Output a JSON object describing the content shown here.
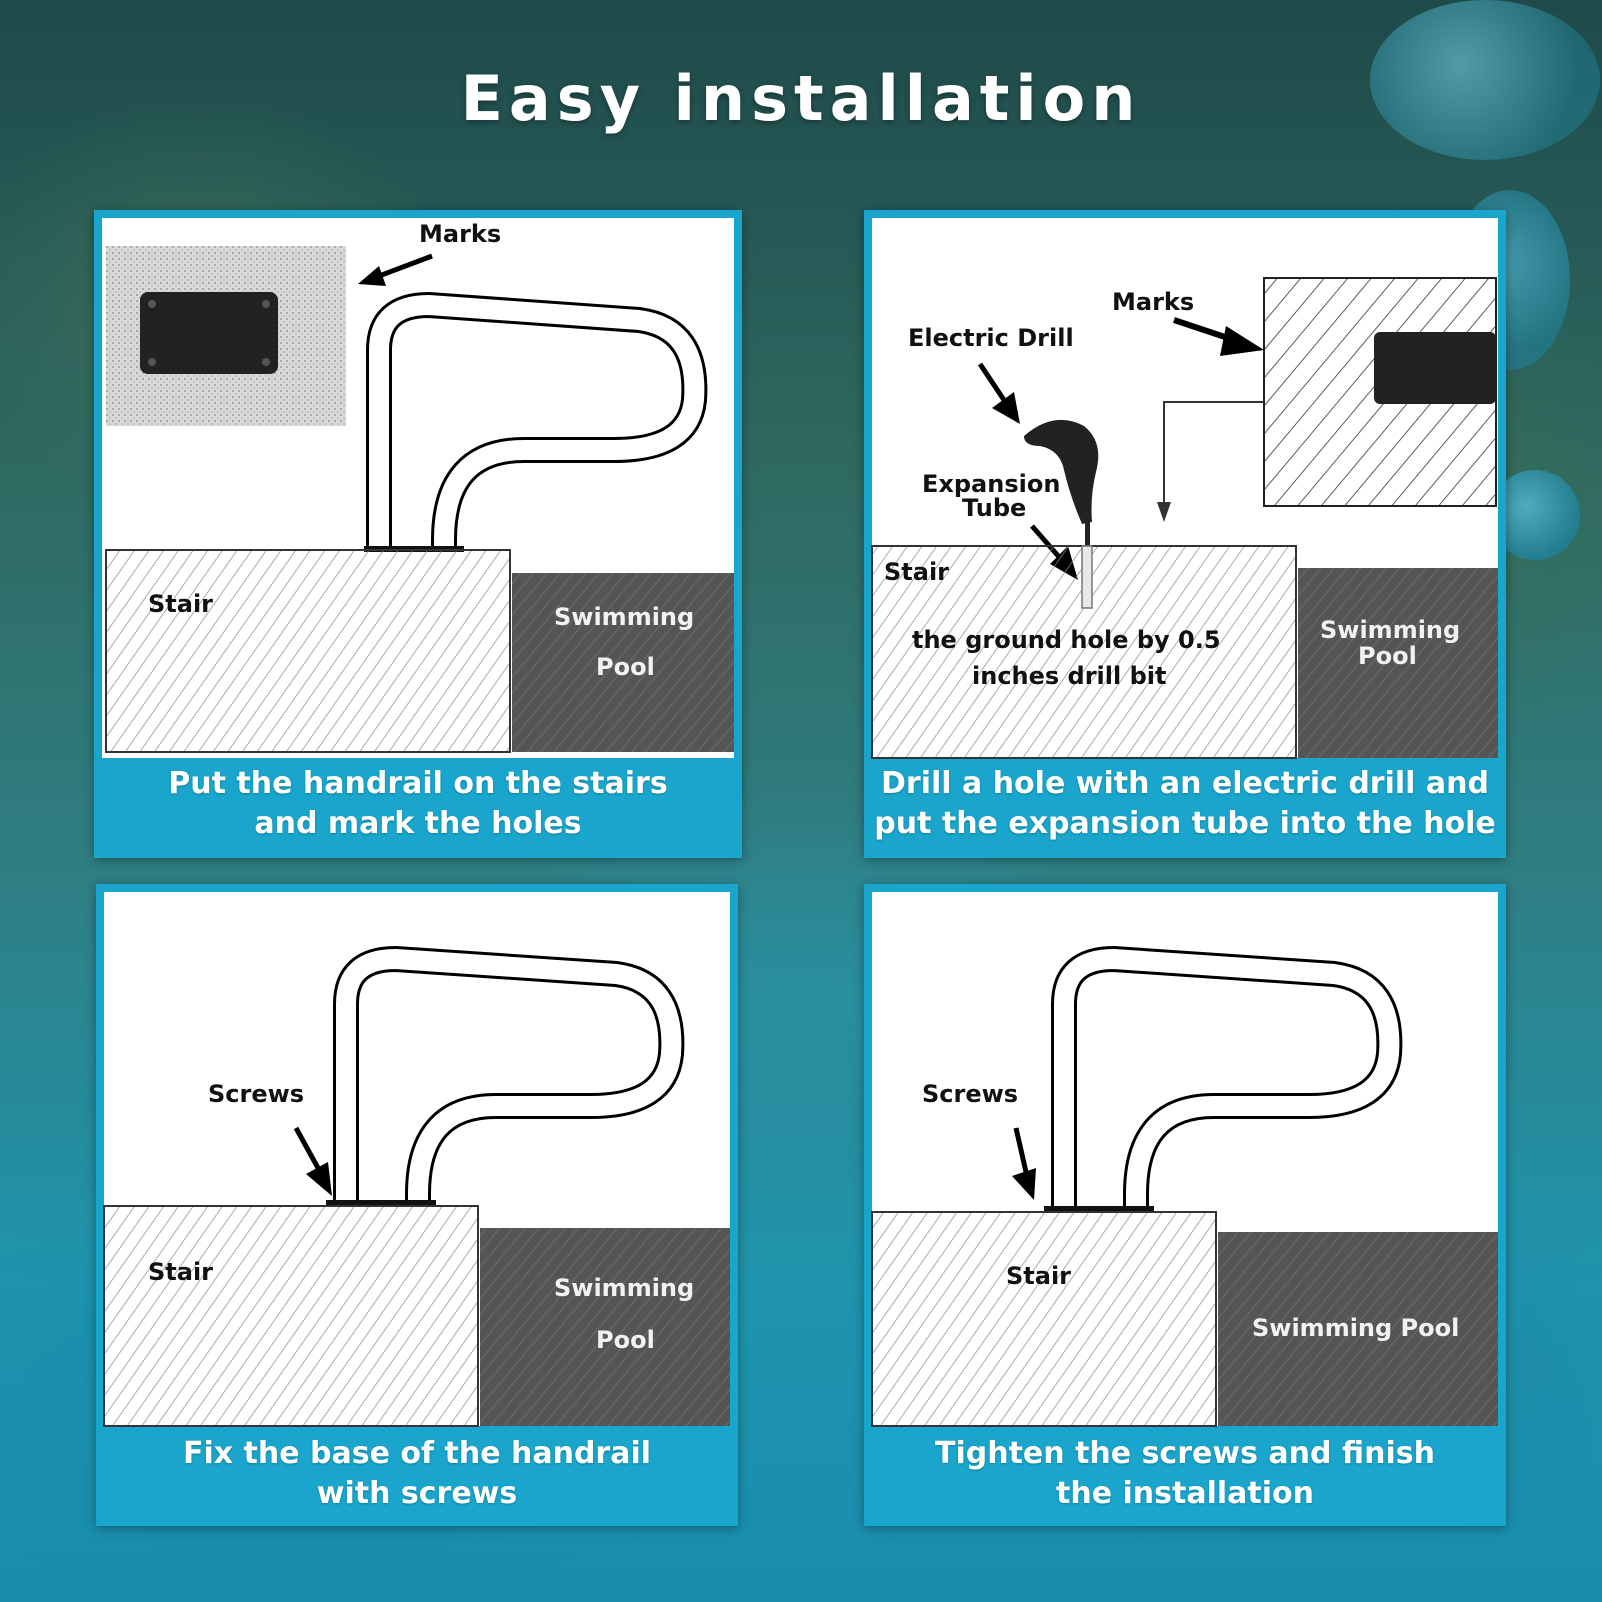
{
  "title": "Easy installation",
  "colors": {
    "panel_frame": "#1aa6cc",
    "diagram_bg": "#ffffff",
    "pool_fill": "#555555",
    "mark_plate": "#222222"
  },
  "panels": [
    {
      "labels": {
        "marks": "Marks",
        "stair": "Stair",
        "pool_line1": "Swimming",
        "pool_line2": "Pool"
      },
      "caption": [
        "Put the handrail on the stairs",
        "and mark the holes"
      ]
    },
    {
      "labels": {
        "marks": "Marks",
        "drill": "Electric Drill",
        "expansion_line1": "Expansion",
        "expansion_line2": "Tube",
        "stair": "Stair",
        "hole_line1": "the ground hole by 0.5",
        "hole_line2": "inches drill bit",
        "pool_line1": "Swimming",
        "pool_line2": "Pool"
      },
      "caption": [
        "Drill a hole with an electric drill and",
        "put the expansion tube into the hole"
      ]
    },
    {
      "labels": {
        "screws": "Screws",
        "stair": "Stair",
        "pool_line1": "Swimming",
        "pool_line2": "Pool"
      },
      "caption": [
        "Fix the base of the handrail",
        "with screws"
      ]
    },
    {
      "labels": {
        "screws": "Screws",
        "stair": "Stair",
        "pool": "Swimming Pool"
      },
      "caption": [
        "Tighten the screws and finish",
        "the installation"
      ]
    }
  ]
}
